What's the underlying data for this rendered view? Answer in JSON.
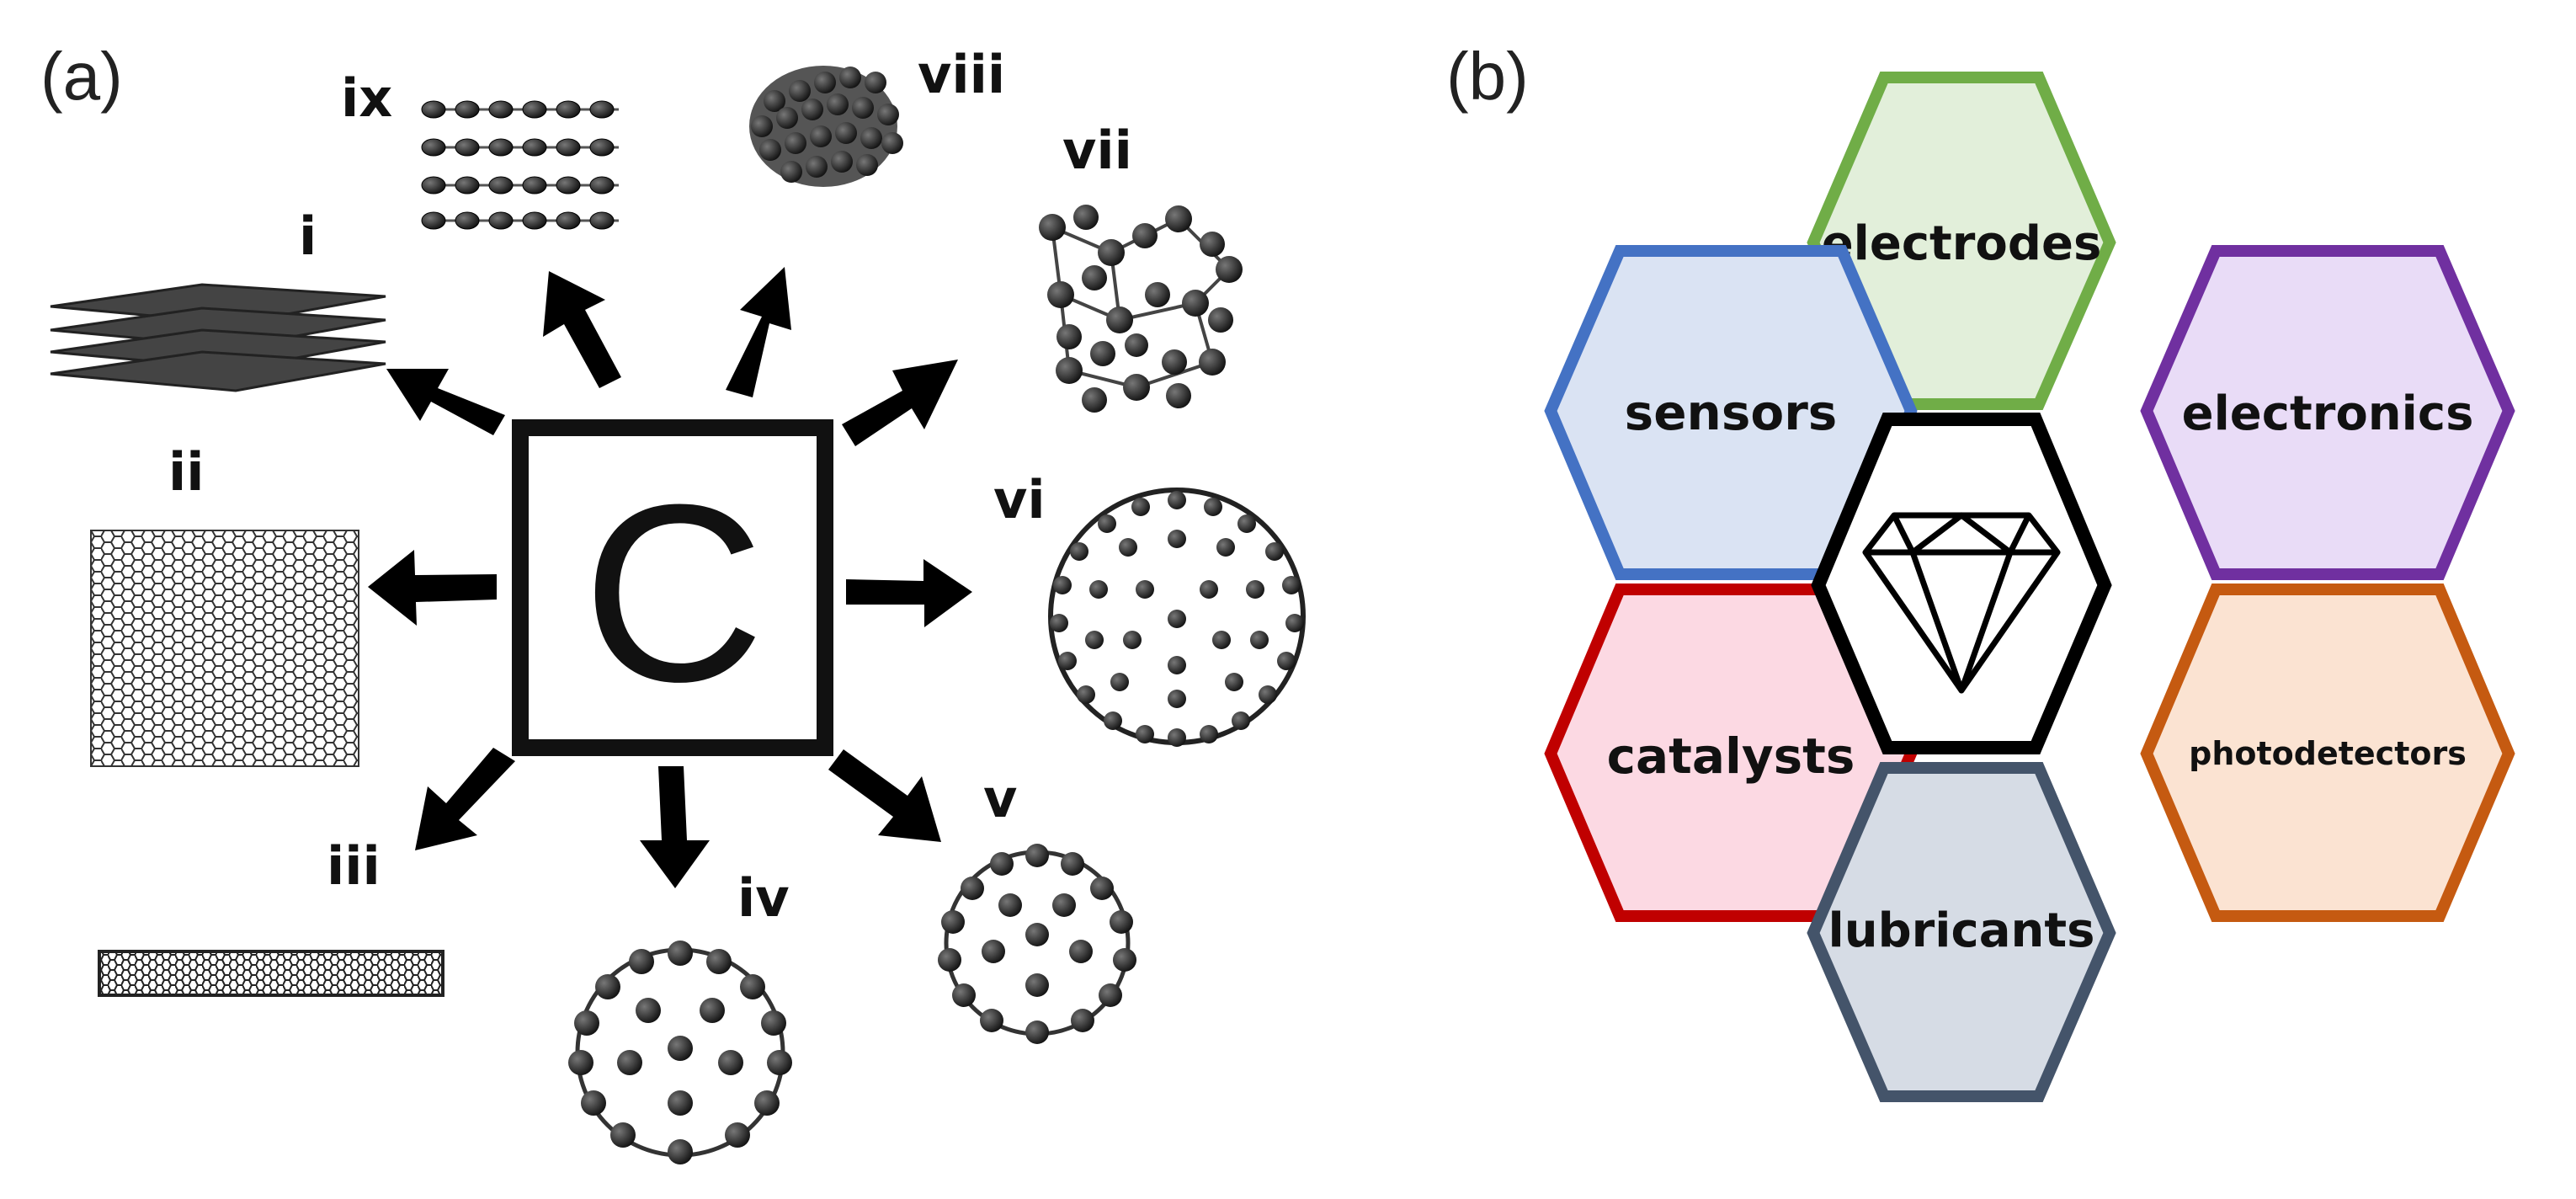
{
  "panel_a": {
    "label": "(a)",
    "center_symbol": "C",
    "allotropes": [
      {
        "numeral": "i",
        "form": "graphite-stack"
      },
      {
        "numeral": "ii",
        "form": "graphene-sheet"
      },
      {
        "numeral": "iii",
        "form": "nanotube"
      },
      {
        "numeral": "iv",
        "form": "fullerene-cage"
      },
      {
        "numeral": "v",
        "form": "fullerene-cage"
      },
      {
        "numeral": "vi",
        "form": "large-fullerene-sphere"
      },
      {
        "numeral": "vii",
        "form": "amorphous-cluster"
      },
      {
        "numeral": "viii",
        "form": "diamond-lattice"
      },
      {
        "numeral": "ix",
        "form": "layered-lattice"
      }
    ]
  },
  "panel_b": {
    "label": "(b)",
    "center_icon": "diamond-icon",
    "applications": [
      {
        "name": "electrodes",
        "stroke": "#70ad47",
        "fill": "#e2efda"
      },
      {
        "name": "sensors",
        "stroke": "#4472c4",
        "fill": "#dae3f3"
      },
      {
        "name": "electronics",
        "stroke": "#7030a0",
        "fill": "#e9dcf7"
      },
      {
        "name": "catalysts",
        "stroke": "#c00000",
        "fill": "#fcd9e3"
      },
      {
        "name": "photodetectors",
        "stroke": "#c55a11",
        "fill": "#fbe3d2"
      },
      {
        "name": "lubricants",
        "stroke": "#44546a",
        "fill": "#d6dce5"
      }
    ]
  }
}
